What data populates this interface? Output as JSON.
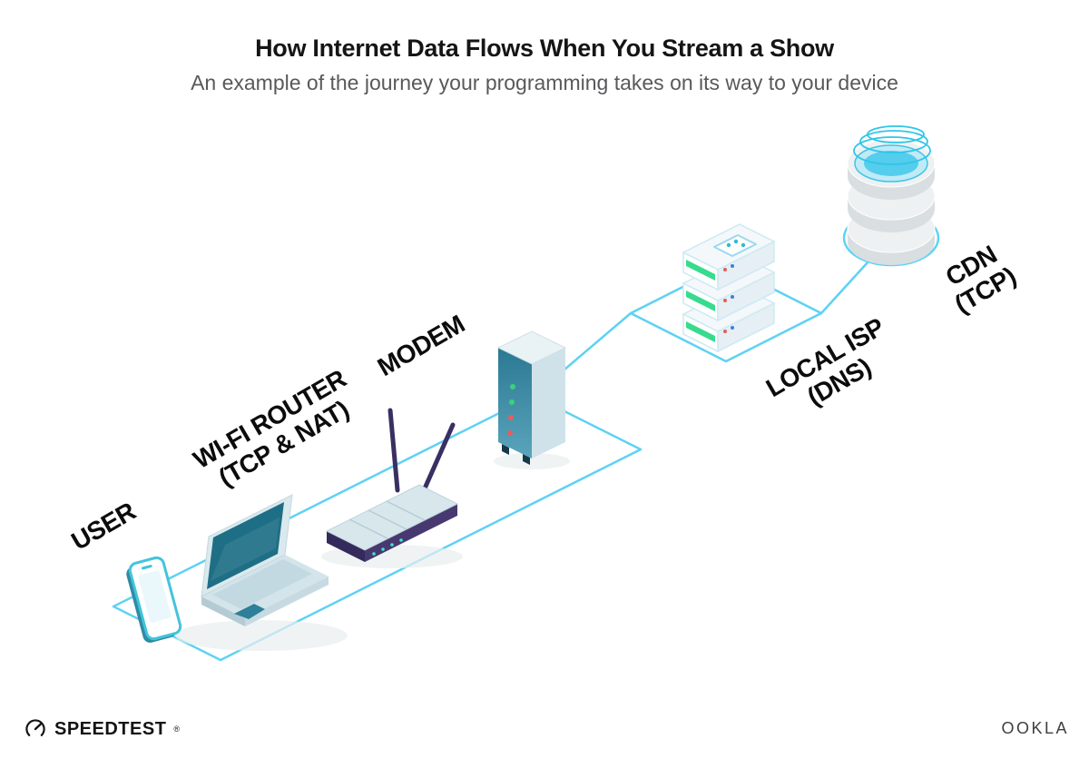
{
  "header": {
    "title": "How Internet Data Flows When You Stream a Show",
    "subtitle": "An example of the journey your programming takes on its way to your device"
  },
  "diagram": {
    "nodes": [
      {
        "id": "user",
        "lines": [
          "USER"
        ]
      },
      {
        "id": "wifi-router",
        "lines": [
          "WI-FI ROUTER",
          "(TCP & NAT)"
        ]
      },
      {
        "id": "modem",
        "lines": [
          "MODEM"
        ]
      },
      {
        "id": "local-isp",
        "lines": [
          "LOCAL ISP",
          "(DNS)"
        ]
      },
      {
        "id": "cdn",
        "lines": [
          "CDN",
          "(TCP)"
        ]
      }
    ]
  },
  "footer": {
    "speedtest": "SPEEDTEST",
    "speedtest_mark": "®",
    "ookla": "OOKLA"
  },
  "colors": {
    "path_cyan": "#5ed2f4",
    "device_teal": "#1e6f85",
    "led_green": "#3ad17c",
    "led_red": "#e85d5d",
    "server_green": "#37db8e",
    "antenna_navy": "#3a2f63"
  }
}
